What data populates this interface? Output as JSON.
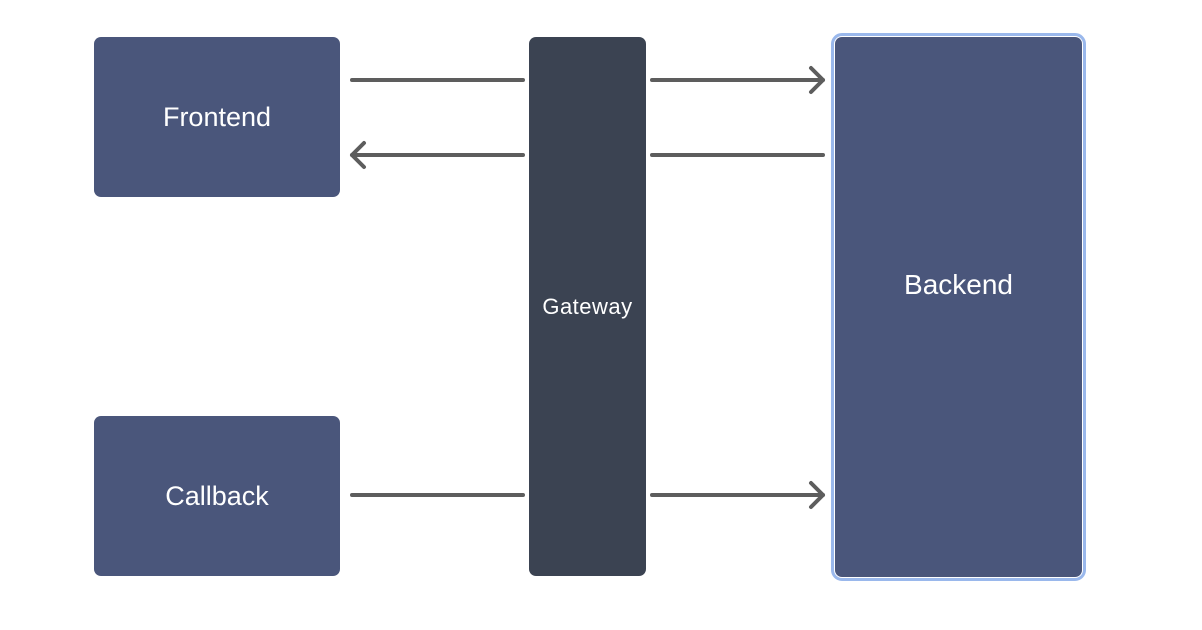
{
  "diagram": {
    "nodes": [
      {
        "id": "frontend",
        "label": "Frontend"
      },
      {
        "id": "gateway",
        "label": "Gateway"
      },
      {
        "id": "backend",
        "label": "Backend"
      },
      {
        "id": "callback",
        "label": "Callback"
      }
    ],
    "edges": [
      {
        "from": "frontend",
        "to": "gateway",
        "arrow": false
      },
      {
        "from": "gateway",
        "to": "backend",
        "arrow": true
      },
      {
        "from": "backend",
        "to": "gateway",
        "arrow": false
      },
      {
        "from": "gateway",
        "to": "frontend",
        "arrow": true
      },
      {
        "from": "callback",
        "to": "gateway",
        "arrow": false
      },
      {
        "from": "gateway",
        "to": "backend",
        "arrow": true
      }
    ]
  },
  "colors": {
    "node_fill": "#4a567b",
    "gateway_fill": "#3b4352",
    "edge": "#5d5d5d",
    "backend_outline": "#9ab8ec"
  }
}
